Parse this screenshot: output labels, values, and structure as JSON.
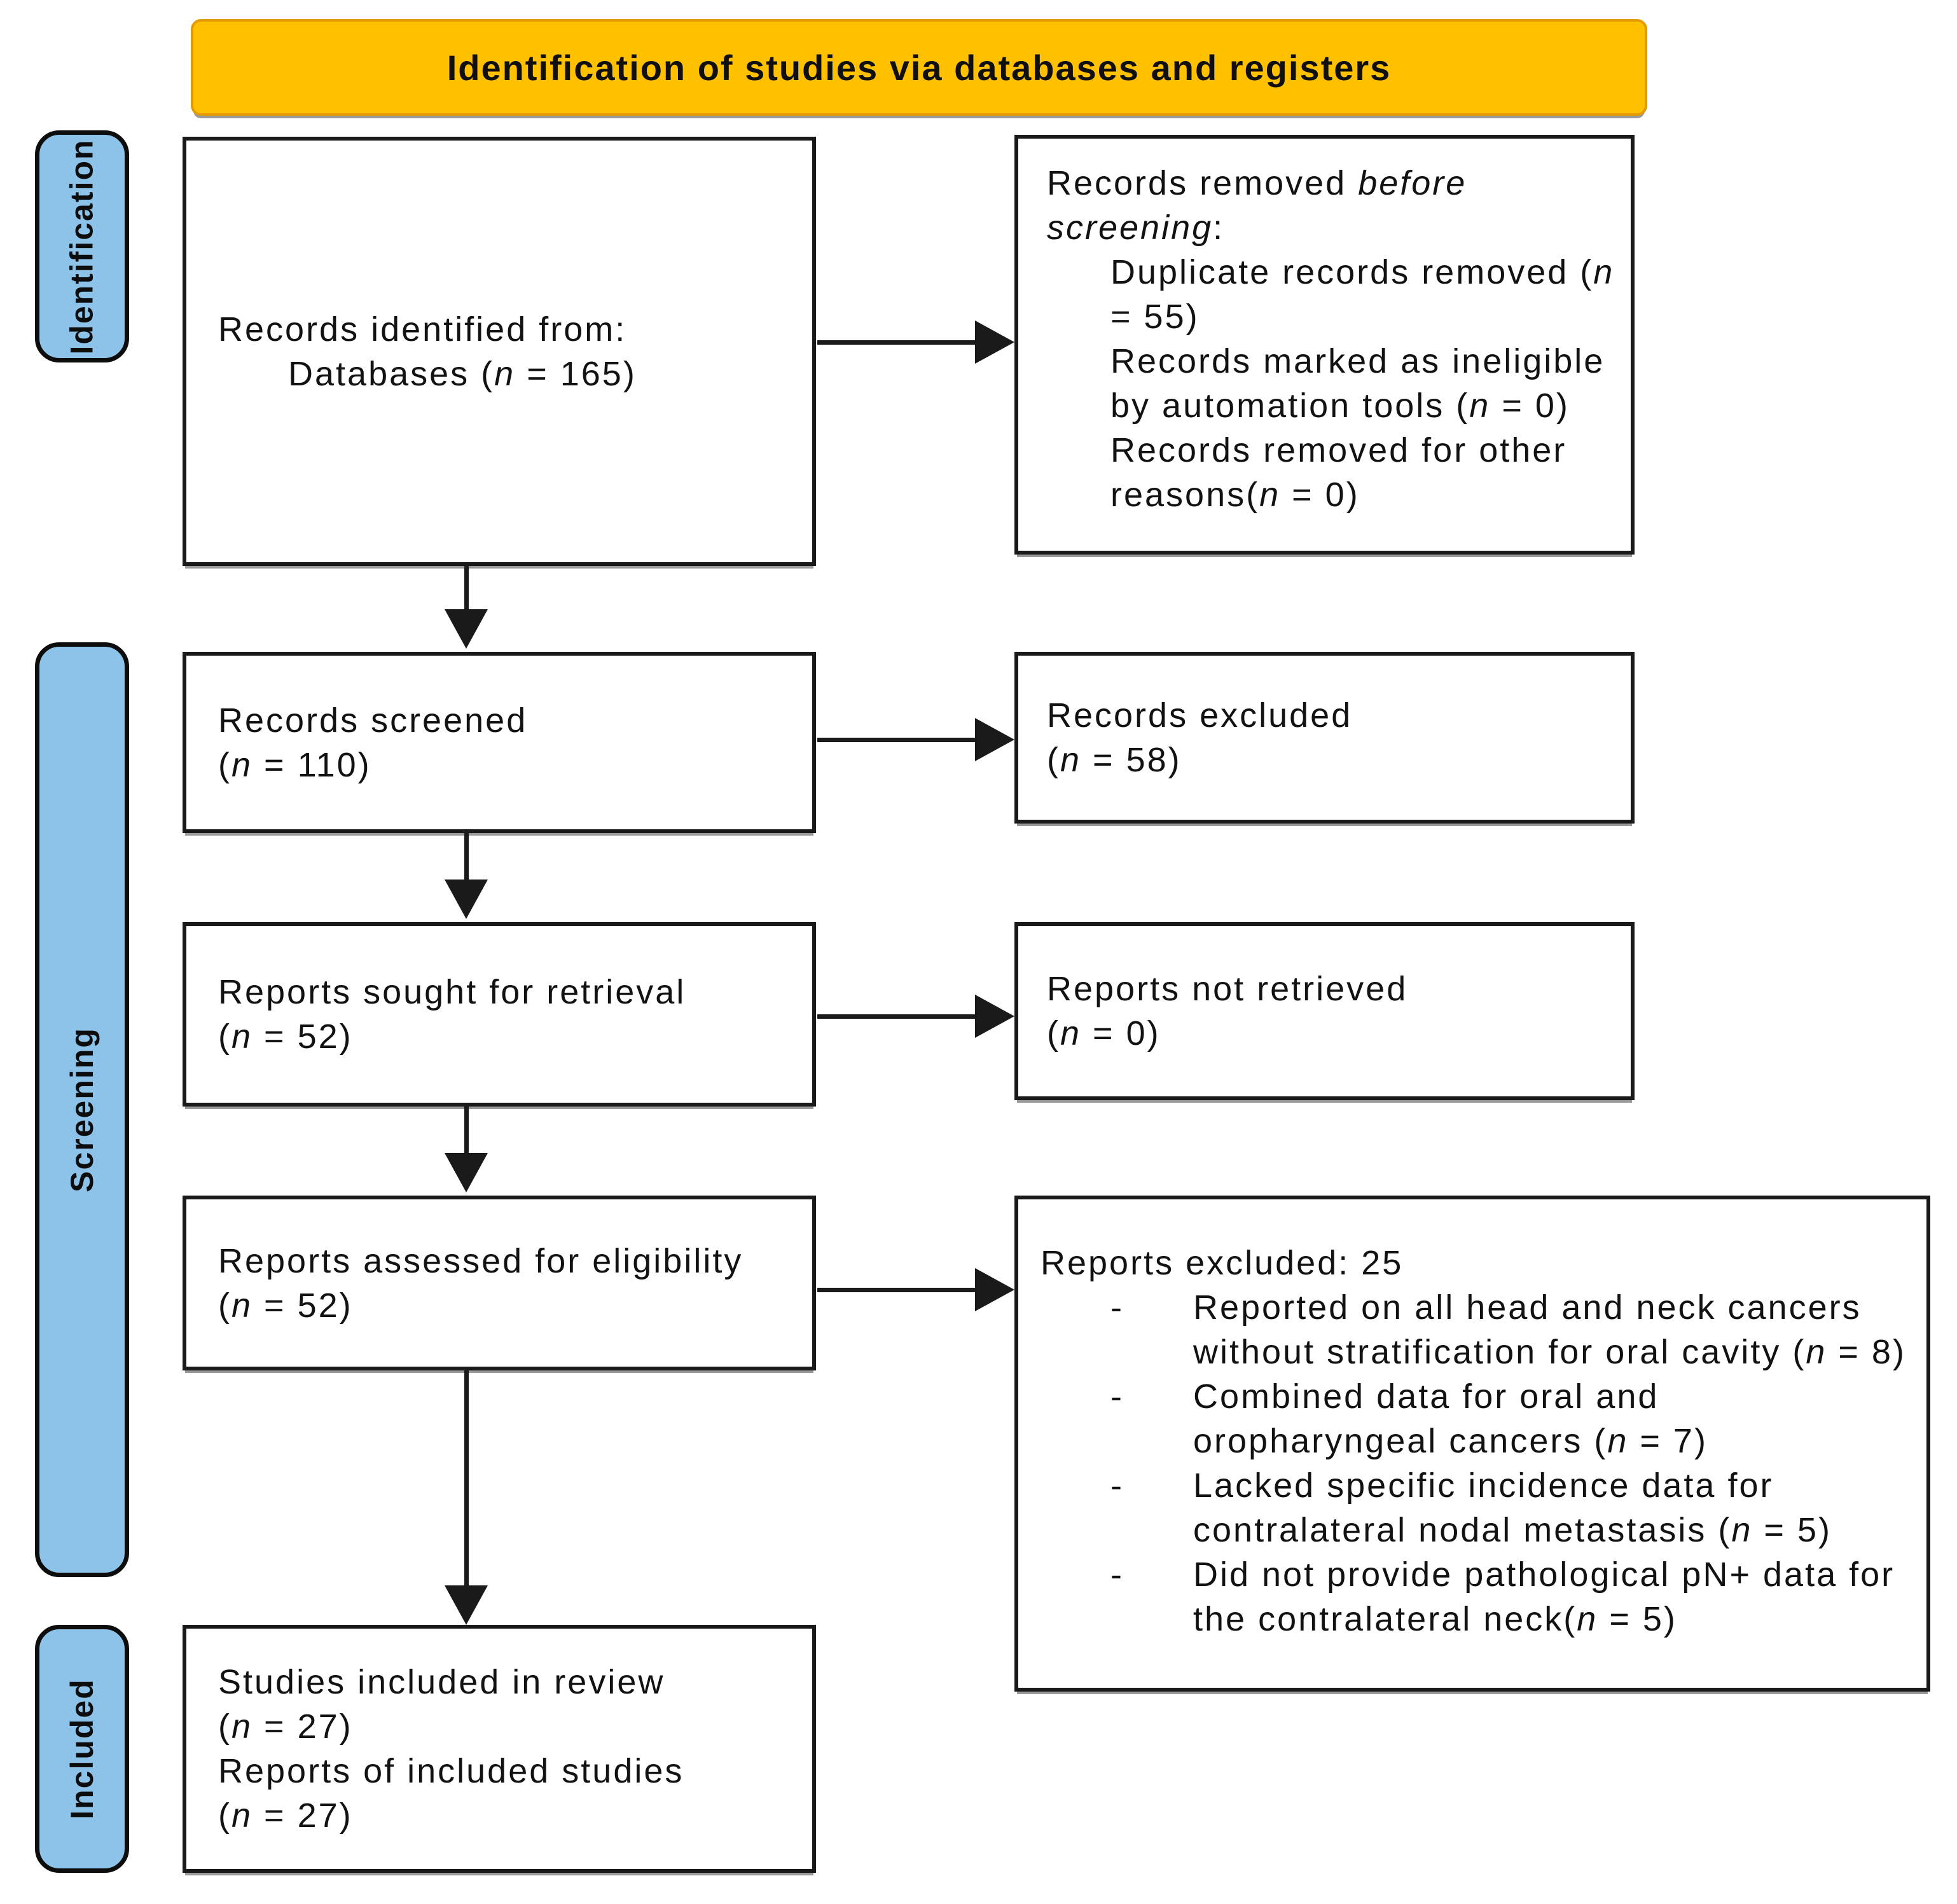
{
  "header": {
    "title": "Identification of studies via databases and registers"
  },
  "stages": {
    "identification": "Identification",
    "screening": "Screening",
    "included": "Included"
  },
  "colors": {
    "banner_fill": "#FFC000",
    "stage_fill": "#8DC3E9",
    "box_border": "#1a1a1a",
    "arrow": "#1a1a1a"
  },
  "counts": {
    "identified": 165,
    "duplicates_removed": 55,
    "automation_ineligible": 0,
    "other_reasons_removed": 0,
    "screened": 110,
    "records_excluded": 58,
    "sought": 52,
    "not_retrieved": 0,
    "assessed": 52,
    "reports_excluded": 25,
    "excl_no_stratification": 8,
    "excl_combined": 7,
    "excl_no_incidence": 5,
    "excl_no_pn": 5,
    "studies_included": 27,
    "reports_included": 27
  },
  "boxes": {
    "identified": {
      "lines": [
        {
          "indent": 0,
          "runs": [
            {
              "t": "Records identified from:"
            }
          ]
        },
        {
          "indent": 1,
          "runs": [
            {
              "t": "Databases ("
            },
            {
              "t": "n",
              "i": true
            },
            {
              "t": " = 165)"
            }
          ]
        }
      ]
    },
    "removed": {
      "lines": [
        {
          "indent": 0,
          "runs": [
            {
              "t": "Records removed "
            },
            {
              "t": "before",
              "i": true
            }
          ]
        },
        {
          "indent": 0,
          "runs": [
            {
              "t": "screening",
              "i": true
            },
            {
              "t": ":"
            }
          ]
        },
        {
          "indent": 1,
          "runs": [
            {
              "t": "Duplicate records removed ("
            },
            {
              "t": "n",
              "i": true
            }
          ]
        },
        {
          "indent": 1,
          "runs": [
            {
              "t": "= 55)"
            }
          ]
        },
        {
          "indent": 1,
          "runs": [
            {
              "t": "Records marked as ineligible"
            }
          ]
        },
        {
          "indent": 1,
          "runs": [
            {
              "t": "by automation tools ("
            },
            {
              "t": "n",
              "i": true
            },
            {
              "t": " = 0)"
            }
          ]
        },
        {
          "indent": 1,
          "runs": [
            {
              "t": "Records removed for other"
            }
          ]
        },
        {
          "indent": 1,
          "runs": [
            {
              "t": "reasons("
            },
            {
              "t": "n",
              "i": true
            },
            {
              "t": " = 0)"
            }
          ]
        }
      ]
    },
    "screened": {
      "lines": [
        {
          "indent": 0,
          "runs": [
            {
              "t": "Records screened"
            }
          ]
        },
        {
          "indent": 0,
          "runs": [
            {
              "t": "("
            },
            {
              "t": "n",
              "i": true
            },
            {
              "t": " = 110)"
            }
          ]
        }
      ]
    },
    "records_excluded": {
      "lines": [
        {
          "indent": 0,
          "runs": [
            {
              "t": "Records excluded"
            }
          ]
        },
        {
          "indent": 0,
          "runs": [
            {
              "t": "("
            },
            {
              "t": "n",
              "i": true
            },
            {
              "t": " = 58)"
            }
          ]
        }
      ]
    },
    "sought": {
      "lines": [
        {
          "indent": 0,
          "runs": [
            {
              "t": "Reports sought for retrieval"
            }
          ]
        },
        {
          "indent": 0,
          "runs": [
            {
              "t": "("
            },
            {
              "t": "n",
              "i": true
            },
            {
              "t": " = 52)"
            }
          ]
        }
      ]
    },
    "not_retrieved": {
      "lines": [
        {
          "indent": 0,
          "runs": [
            {
              "t": "Reports not retrieved"
            }
          ]
        },
        {
          "indent": 0,
          "runs": [
            {
              "t": "("
            },
            {
              "t": "n",
              "i": true
            },
            {
              "t": " = 0)"
            }
          ]
        }
      ]
    },
    "assessed": {
      "lines": [
        {
          "indent": 0,
          "runs": [
            {
              "t": "Reports assessed for eligibility"
            }
          ]
        },
        {
          "indent": 0,
          "runs": [
            {
              "t": "("
            },
            {
              "t": "n",
              "i": true
            },
            {
              "t": " = 52)"
            }
          ]
        }
      ]
    },
    "reports_excluded": {
      "lines": [
        {
          "indent": 0,
          "runs": [
            {
              "t": "Reports excluded: 25"
            }
          ]
        },
        {
          "indent": 1,
          "bullet": "-",
          "runs": [
            {
              "t": "Reported on all head and neck cancers"
            }
          ]
        },
        {
          "indent": 2,
          "runs": [
            {
              "t": "without stratification for oral cavity ("
            },
            {
              "t": "n",
              "i": true
            },
            {
              "t": " = 8)"
            }
          ]
        },
        {
          "indent": 1,
          "bullet": "-",
          "runs": [
            {
              "t": "Combined data for oral and"
            }
          ]
        },
        {
          "indent": 2,
          "runs": [
            {
              "t": "oropharyngeal cancers ("
            },
            {
              "t": "n",
              "i": true
            },
            {
              "t": " = 7)"
            }
          ]
        },
        {
          "indent": 1,
          "bullet": "-",
          "runs": [
            {
              "t": "Lacked specific incidence data for"
            }
          ]
        },
        {
          "indent": 2,
          "runs": [
            {
              "t": "contralateral nodal metastasis ("
            },
            {
              "t": "n",
              "i": true
            },
            {
              "t": " = 5)"
            }
          ]
        },
        {
          "indent": 1,
          "bullet": "-",
          "runs": [
            {
              "t": "Did not provide pathological pN+ data for"
            }
          ]
        },
        {
          "indent": 2,
          "runs": [
            {
              "t": "the contralateral neck("
            },
            {
              "t": "n",
              "i": true
            },
            {
              "t": " = 5)"
            }
          ]
        }
      ]
    },
    "included": {
      "lines": [
        {
          "indent": 0,
          "runs": [
            {
              "t": "Studies included in review"
            }
          ]
        },
        {
          "indent": 0,
          "runs": [
            {
              "t": "("
            },
            {
              "t": "n",
              "i": true
            },
            {
              "t": " = 27)"
            }
          ]
        },
        {
          "indent": 0,
          "runs": [
            {
              "t": "Reports of included studies"
            }
          ]
        },
        {
          "indent": 0,
          "runs": [
            {
              "t": "("
            },
            {
              "t": "n",
              "i": true
            },
            {
              "t": " = 27)"
            }
          ]
        }
      ]
    }
  }
}
